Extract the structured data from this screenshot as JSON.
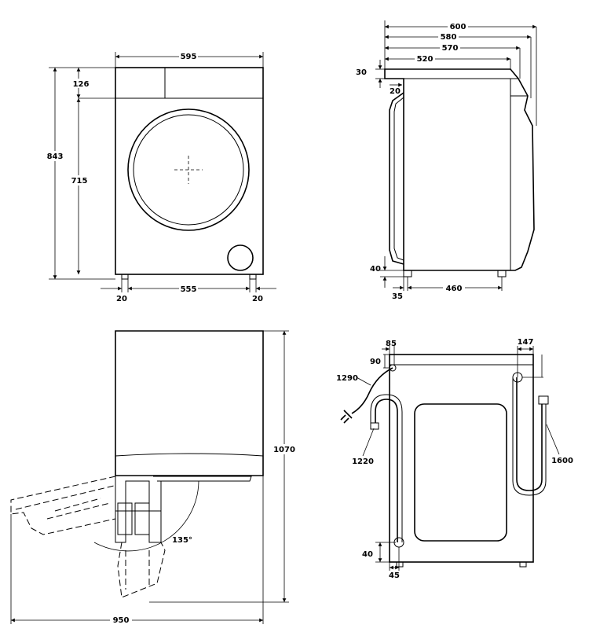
{
  "front_view": {
    "width_top": "595",
    "height_total": "843",
    "panel_height": "126",
    "body_height": "715",
    "feet_spacing": "555",
    "foot_left": "20",
    "foot_right": "20"
  },
  "side_view": {
    "depth_600": "600",
    "depth_580": "580",
    "depth_570": "570",
    "depth_520": "520",
    "top_30": "30",
    "door_20": "20",
    "foot_40": "40",
    "foot_35": "35",
    "feet_460": "460"
  },
  "open_view": {
    "height_1070": "1070",
    "width_950": "950",
    "angle_135": "135°"
  },
  "rear_view": {
    "dim_85": "85",
    "dim_90": "90",
    "dim_147": "147",
    "cord_1290": "1290",
    "hose_1220": "1220",
    "hose_1600": "1600",
    "dim_40": "40",
    "dim_45": "45"
  }
}
